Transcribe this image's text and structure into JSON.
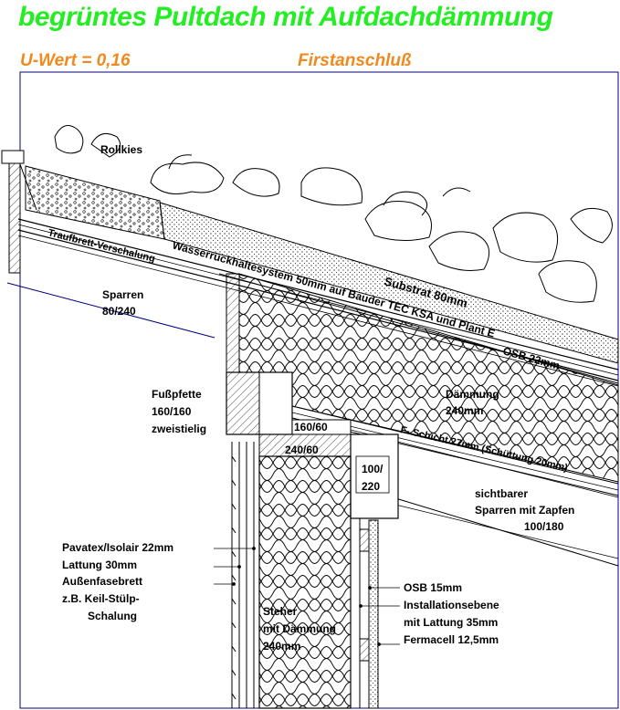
{
  "title": "begrüntes Pultdach mit Aufdachdämmung",
  "u_wert": "U-Wert = 0,16",
  "section": "Firstanschluß",
  "colors": {
    "title": "#22ee22",
    "subtitle": "#f08a1e",
    "line": "#000000",
    "frame": "#000080"
  },
  "labels": {
    "rollkies": "Rollkies",
    "traufverschalung": "Traufbrett-Verschalung",
    "wasser": "Wasserrückhaltesystem 50mm auf Bauder TEC KSA und Plant E",
    "substrat": "Substrat 80mm",
    "osb22": "OSB 22mm",
    "sparren1": "Sparren",
    "sparren2": "80/240",
    "fuss1": "Fußpfette",
    "fuss2": "160/160",
    "fuss3": "zweistielig",
    "daemm1": "Dämmung",
    "daemm2": "240mm",
    "r160": "160/60",
    "r240": "240/60",
    "fschicht": "F- Schicht 27mm (Schüttung 20mm)",
    "p100": "100/",
    "p220": "220",
    "sicht1": "sichtbarer",
    "sicht2": "Sparren mit Zapfen",
    "sicht3": "100/180",
    "pav": "Pavatex/Isolair 22mm",
    "latt": "Lattung 30mm",
    "aussen": "Außenfasebrett",
    "keil": "z.B. Keil-Stülp-",
    "schal": "Schalung",
    "osb15": "OSB 15mm",
    "inst": "Installationsebene",
    "mitl": "mit Lattung 35mm",
    "ferm": "Fermacell 12,5mm",
    "steher1": "Steher",
    "steher2": "mit Dämmung",
    "steher3": "240mm"
  }
}
